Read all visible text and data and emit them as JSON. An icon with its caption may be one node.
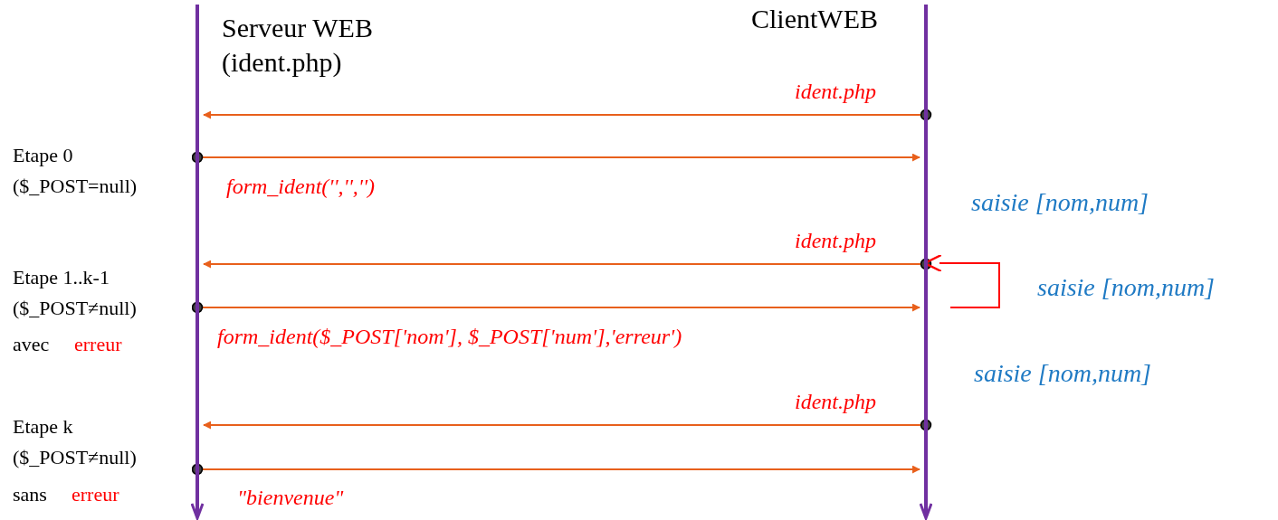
{
  "diagram": {
    "nodes": [
      {
        "text": [],
        "shape": "bar",
        "beside": [
          "Serveur WEB (ident.php)"
        ]
      },
      {
        "text": [],
        "shape": "bar",
        "beside": [
          "ClientWEB"
        ]
      }
    ],
    "edges": [
      {
        "from": 1,
        "to": 0,
        "arrow": "to",
        "label": "ident.php"
      },
      {
        "from": 0,
        "to": 1,
        "arrow": "to",
        "label": "form_ident('','','')"
      },
      {
        "from": 1,
        "to": 0,
        "arrow": "to",
        "label": "ident.php"
      },
      {
        "from": 0,
        "to": 1,
        "arrow": "to",
        "label": "form_ident($_POST['nom'], $_POST['num'],'erreur')"
      },
      {
        "from": 1,
        "to": 0,
        "arrow": "to",
        "label": "ident.php"
      },
      {
        "from": 0,
        "to": 1,
        "arrow": "to",
        "label": "\"bienvenue\""
      },
      {
        "from": null,
        "to": 1,
        "arrow": "to",
        "color": "#ff0000"
      }
    ],
    "labels": [
      "Etape 0 ($_POST=null)",
      "saisie [nom,num]",
      "Etape 1..k-1 ($_POST≠null)",
      "saisie [nom,num]",
      "avec",
      "erreur",
      "saisie [nom,num]",
      "Etape k ($_POST≠null)",
      "sans",
      "erreur"
    ]
  }
}
